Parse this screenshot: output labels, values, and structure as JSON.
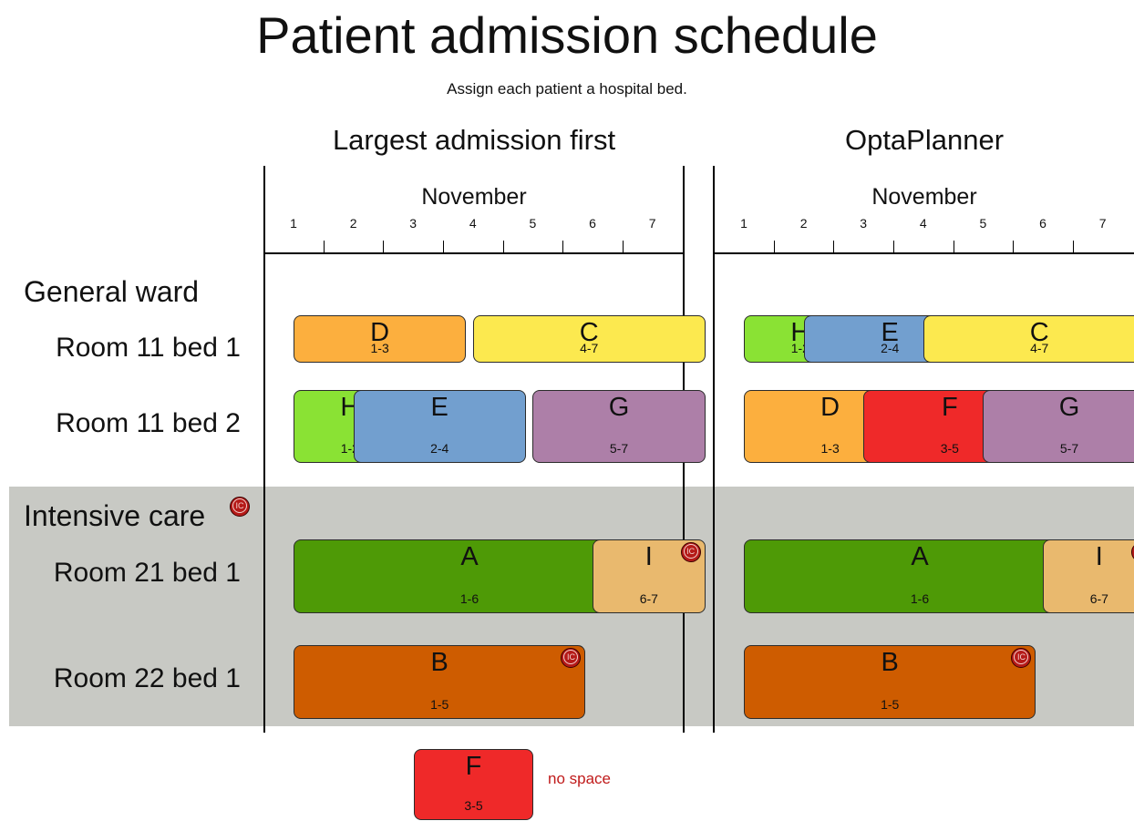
{
  "title": "Patient admission schedule",
  "subtitle": "Assign each patient a hospital bed.",
  "columns": [
    {
      "title": "Largest admission first",
      "month": "November",
      "days": [
        "1",
        "2",
        "3",
        "4",
        "5",
        "6",
        "7"
      ]
    },
    {
      "title": "OptaPlanner",
      "month": "November",
      "days": [
        "1",
        "2",
        "3",
        "4",
        "5",
        "6",
        "7"
      ]
    }
  ],
  "wards": {
    "general": "General ward",
    "intensive": "Intensive care",
    "intensive_badge": "IC"
  },
  "rooms": [
    "Room 11 bed 1",
    "Room 11 bed 2",
    "Room 21 bed 1",
    "Room 22 bed 1"
  ],
  "colors": {
    "A": "#4e9a06",
    "B": "#ce5c00",
    "C": "#fce94f",
    "D": "#fcaf3e",
    "E": "#729fcf",
    "F": "#ef2929",
    "G": "#ad7fa8",
    "H": "#8ae234",
    "I": "#e9b96e",
    "intensive_band": "#c8c9c4",
    "no_space": "#c01a1a"
  },
  "admissions_left": [
    {
      "letter": "D",
      "range": "1-3",
      "bed": 0,
      "ic": false
    },
    {
      "letter": "C",
      "range": "4-7",
      "bed": 0,
      "ic": false
    },
    {
      "letter": "H",
      "range": "1-2",
      "bed": 1,
      "ic": false
    },
    {
      "letter": "E",
      "range": "2-4",
      "bed": 1,
      "ic": false
    },
    {
      "letter": "G",
      "range": "5-7",
      "bed": 1,
      "ic": false
    },
    {
      "letter": "A",
      "range": "1-6",
      "bed": 2,
      "ic": true
    },
    {
      "letter": "I",
      "range": "6-7",
      "bed": 2,
      "ic": true
    },
    {
      "letter": "B",
      "range": "1-5",
      "bed": 3,
      "ic": true
    }
  ],
  "admissions_right": [
    {
      "letter": "H",
      "range": "1-2",
      "bed": 0,
      "ic": false
    },
    {
      "letter": "E",
      "range": "2-4",
      "bed": 0,
      "ic": false
    },
    {
      "letter": "C",
      "range": "4-7",
      "bed": 0,
      "ic": false
    },
    {
      "letter": "D",
      "range": "1-3",
      "bed": 1,
      "ic": false
    },
    {
      "letter": "F",
      "range": "3-5",
      "bed": 1,
      "ic": false
    },
    {
      "letter": "G",
      "range": "5-7",
      "bed": 1,
      "ic": false
    },
    {
      "letter": "A",
      "range": "1-6",
      "bed": 2,
      "ic": true
    },
    {
      "letter": "I",
      "range": "6-7",
      "bed": 2,
      "ic": true
    },
    {
      "letter": "B",
      "range": "1-5",
      "bed": 3,
      "ic": true
    }
  ],
  "unassigned": {
    "letter": "F",
    "range": "3-5",
    "note": "no space"
  }
}
